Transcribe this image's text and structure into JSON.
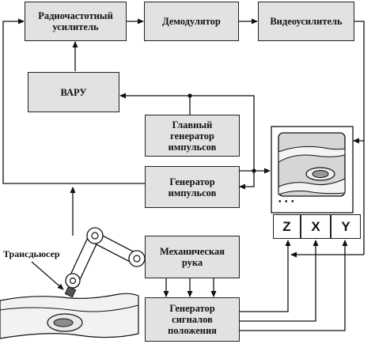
{
  "blocks": {
    "rf_amplifier": "Радиочастотный\nусилитель",
    "demodulator": "Демодулятор",
    "video_amplifier": "Видеоусилитель",
    "agc": "ВАРУ",
    "master_pulse_generator": "Главный\nгенератор\nимпульсов",
    "pulse_generator": "Генератор\nимпульсов",
    "mechanical_arm": "Механическая\nрука",
    "position_signal_generator": "Генератор\nсигналов\nположения"
  },
  "display": {
    "indicator_dots": "• • •",
    "inputs": [
      "Z",
      "X",
      "Y"
    ]
  },
  "labels": {
    "transducer": "Трансдьюсер"
  }
}
